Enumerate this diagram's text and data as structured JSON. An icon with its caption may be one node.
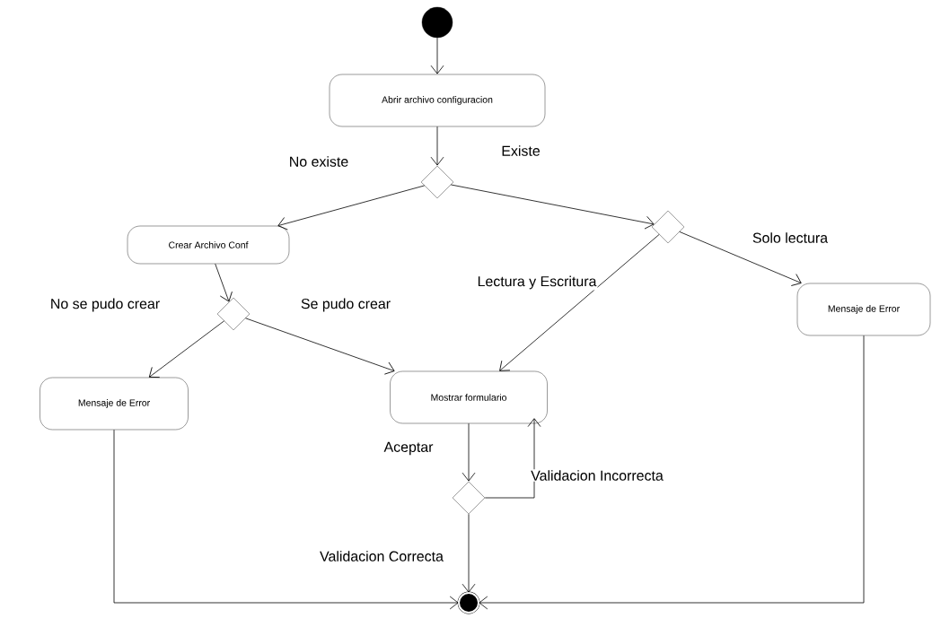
{
  "diagram": {
    "nodes": [
      {
        "text": [],
        "shape": "circle"
      },
      {
        "text": [
          "Abrir archivo configuracion"
        ]
      },
      {
        "text": [],
        "shape": "diamond"
      },
      {
        "text": [
          "Crear Archivo Conf"
        ]
      },
      {
        "text": [],
        "shape": "diamond"
      },
      {
        "text": [],
        "shape": "diamond"
      },
      {
        "text": [
          "Mensaje de Error"
        ]
      },
      {
        "text": [
          "Mostrar formulario"
        ]
      },
      {
        "text": [
          "Mensaje de Error"
        ]
      },
      {
        "text": [],
        "shape": "diamond"
      },
      {
        "text": [],
        "shape": "bullseye"
      }
    ],
    "edges": [
      {
        "from": 0,
        "to": 1,
        "arrow": "to"
      },
      {
        "from": 1,
        "to": 2,
        "arrow": "to"
      },
      {
        "from": 2,
        "to": 3,
        "arrow": "to",
        "label": "No existe"
      },
      {
        "from": 2,
        "to": 4,
        "arrow": "to",
        "label": "Existe"
      },
      {
        "from": 4,
        "to": 7,
        "arrow": "to",
        "label": "Lectura y Escritura"
      },
      {
        "from": 4,
        "to": 8,
        "arrow": "to",
        "label": "Solo lectura"
      },
      {
        "from": 3,
        "to": 5,
        "arrow": "to"
      },
      {
        "from": 5,
        "to": 6,
        "arrow": "to",
        "label": "No se pudo crear"
      },
      {
        "from": 5,
        "to": 7,
        "arrow": "to",
        "label": "Se pudo crear"
      },
      {
        "from": 7,
        "to": 9,
        "arrow": "to",
        "label": "Aceptar"
      },
      {
        "from": 9,
        "to": 7,
        "arrow": "to",
        "label": "Validacion Incorrecta"
      },
      {
        "from": 9,
        "to": 10,
        "arrow": "to",
        "label": "Validacion Correcta"
      },
      {
        "from": 6,
        "to": 10,
        "arrow": "to"
      },
      {
        "from": 8,
        "to": 10,
        "arrow": "to"
      }
    ]
  }
}
